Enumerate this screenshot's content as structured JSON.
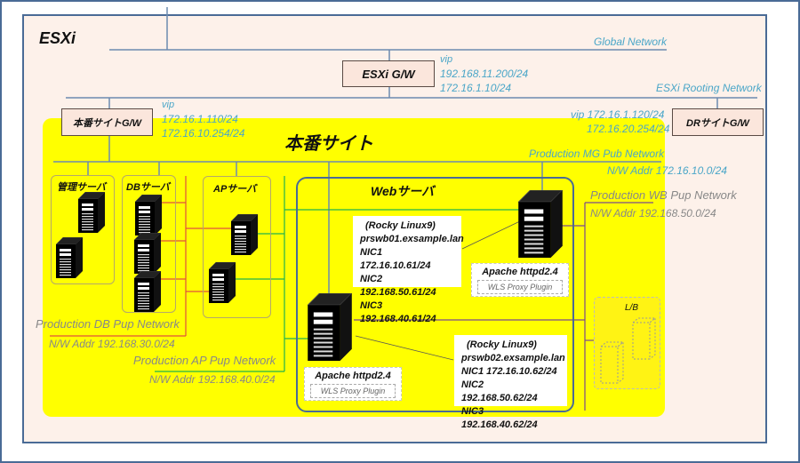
{
  "esxi": {
    "title": "ESXi",
    "global_network": "Global Network",
    "routing_network": "ESXi Rooting Network",
    "gateway": {
      "label": "ESXi G/W",
      "vip_label": "vip",
      "ips": [
        "192.168.11.200/24",
        "172.16.1.10/24"
      ]
    }
  },
  "prod_gw": {
    "label": "本番サイトG/W",
    "vip_label": "vip",
    "ips": [
      "172.16.1.110/24",
      "172.16.10.254/24"
    ]
  },
  "dr_gw": {
    "label": "DRサイトG/W",
    "vip_line": "vip 172.16.1.120/24",
    "ip2": "172.16.20.254/24"
  },
  "prod_site": {
    "title": "本番サイト",
    "mg_network": {
      "name": "Production MG Pub Network",
      "addr": "N/W Addr 172.16.10.0/24"
    },
    "wb_network": {
      "name": "Production WB Pup Network",
      "addr": "N/W Addr 192.168.50.0/24"
    },
    "db_network": {
      "name": "Production DB Pup Network",
      "addr": "N/W Addr 192.168.30.0/24"
    },
    "ap_network": {
      "name": "Production AP Pup Network",
      "addr": "N/W Addr 192.168.40.0/24"
    },
    "groups": {
      "mgmt": "管理サーバ",
      "db": "DBサーバ",
      "ap": "APサーバ",
      "web": "Webサーバ"
    },
    "web_servers": [
      {
        "os": "(Rocky Linux9)",
        "host": "prswb01.exsample.lan",
        "nics": [
          "NIC1 172.16.10.61/24",
          "NIC2 192.168.50.61/24",
          "NIC3 192.168.40.61/24"
        ],
        "apache": "Apache httpd2.4",
        "plugin": "WLS Proxy Plugin"
      },
      {
        "os": "(Rocky Linux9)",
        "host": "prswb02.exsample.lan",
        "nics": [
          "NIC1 172.16.10.62/24",
          "NIC2 192.168.50.62/24",
          "NIC3 192.168.40.62/24"
        ],
        "apache": "Apache httpd2.4",
        "plugin": "WLS Proxy Plugin"
      }
    ],
    "lb_label": "L/B"
  },
  "colors": {
    "site_bg": "#ffff00",
    "esxi_bg": "#fdf1ea",
    "frame": "#4a6b96",
    "ip_text": "#4aa6c8",
    "net_text": "#888888",
    "mg_line": "#6c8ab0",
    "db_line": "#e0503c",
    "ap_line": "#22b24c",
    "wb_line": "#7a4a8c"
  }
}
